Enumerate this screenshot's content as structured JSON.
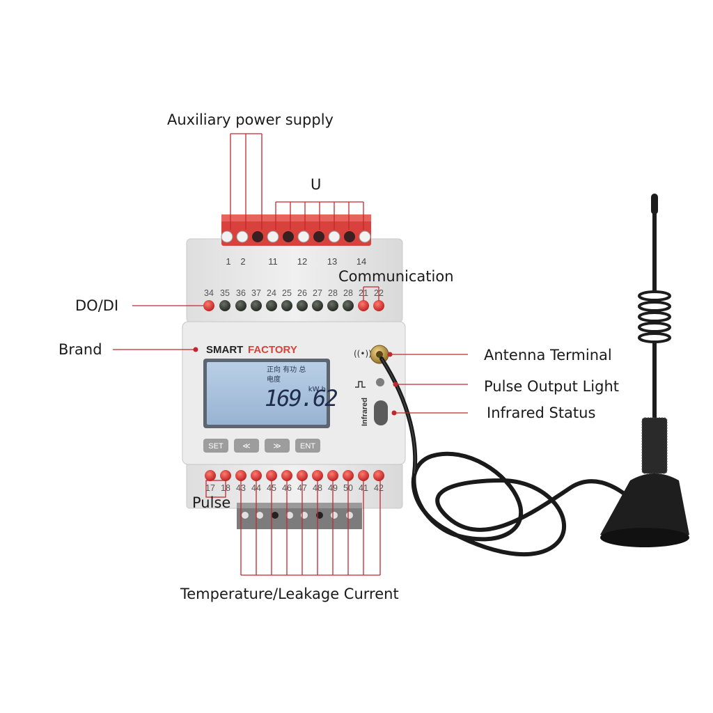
{
  "labels": {
    "aux_power": "Auxiliary power supply",
    "voltage": "U",
    "communication": "Communication",
    "do_di": "DO/DI",
    "brand": "Brand",
    "antenna_terminal": "Antenna Terminal",
    "pulse_output_light": "Pulse Output Light",
    "infrared_status": "Infrared Status",
    "pulse": "Pulse",
    "temperature_leakage": "Temperature/Leakage Current"
  },
  "device": {
    "brand_part1": "SMART",
    "brand_part2": "FACTORY",
    "lcd_top": "正向 有功 总",
    "lcd_sub": "电度",
    "lcd_reading": "169.62",
    "lcd_unit": "kW h",
    "infrared_text": "Infrared",
    "buttons": [
      "SET",
      "≪",
      "≫",
      "ENT"
    ],
    "top_connector_numbers": [
      "1",
      "2",
      "11",
      "12",
      "13",
      "14"
    ],
    "upper_row_numbers": [
      "34",
      "35",
      "36",
      "37",
      "24",
      "25",
      "26",
      "27",
      "28",
      "28",
      "21",
      "22"
    ],
    "lower_row_numbers": [
      "17",
      "18",
      "43",
      "44",
      "45",
      "46",
      "47",
      "48",
      "49",
      "50",
      "41",
      "42"
    ]
  },
  "colors": {
    "accent_red": "#c0282d",
    "connector_red": "#d9413c",
    "lcd_blue": "#a9c2dd",
    "housing": "#e9e9e9"
  }
}
